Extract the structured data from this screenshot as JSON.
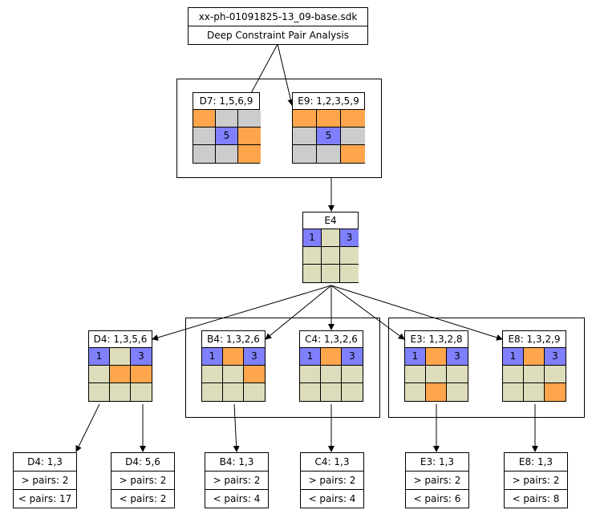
{
  "root": {
    "filename": "xx-ph-01091825-13_09-base.sdk",
    "subtitle": "Deep Constraint Pair Analysis"
  },
  "nodes": {
    "d7": {
      "label": "D7: 1,5,6,9",
      "cells": [
        [
          "orange",
          ""
        ],
        [
          "gray",
          ""
        ],
        [
          "gray",
          ""
        ],
        [
          "gray",
          ""
        ],
        [
          "blue",
          "5"
        ],
        [
          "orange",
          ""
        ],
        [
          "gray",
          ""
        ],
        [
          "gray",
          ""
        ],
        [
          "orange",
          ""
        ]
      ]
    },
    "e9": {
      "label": "E9: 1,2,3,5,9",
      "cells": [
        [
          "orange",
          ""
        ],
        [
          "orange",
          ""
        ],
        [
          "orange",
          ""
        ],
        [
          "gray",
          ""
        ],
        [
          "blue",
          "5"
        ],
        [
          "gray",
          ""
        ],
        [
          "gray",
          ""
        ],
        [
          "gray",
          ""
        ],
        [
          "orange",
          ""
        ]
      ]
    },
    "e4": {
      "label": "E4",
      "cells": [
        [
          "blue",
          "1"
        ],
        [
          "khaki",
          ""
        ],
        [
          "blue",
          "3"
        ],
        [
          "khaki",
          ""
        ],
        [
          "khaki",
          ""
        ],
        [
          "khaki",
          ""
        ],
        [
          "khaki",
          ""
        ],
        [
          "khaki",
          ""
        ],
        [
          "khaki",
          ""
        ]
      ]
    },
    "d4": {
      "label": "D4: 1,3,5,6",
      "cells": [
        [
          "blue",
          "1"
        ],
        [
          "khaki",
          ""
        ],
        [
          "blue",
          "3"
        ],
        [
          "khaki",
          ""
        ],
        [
          "orange",
          ""
        ],
        [
          "orange",
          ""
        ],
        [
          "khaki",
          ""
        ],
        [
          "khaki",
          ""
        ],
        [
          "khaki",
          ""
        ]
      ]
    },
    "b4": {
      "label": "B4: 1,3,2,6",
      "cells": [
        [
          "blue",
          "1"
        ],
        [
          "orange",
          ""
        ],
        [
          "blue",
          "3"
        ],
        [
          "khaki",
          ""
        ],
        [
          "khaki",
          ""
        ],
        [
          "orange",
          ""
        ],
        [
          "khaki",
          ""
        ],
        [
          "khaki",
          ""
        ],
        [
          "khaki",
          ""
        ]
      ]
    },
    "c4": {
      "label": "C4: 1,3,2,6",
      "cells": [
        [
          "blue",
          "1"
        ],
        [
          "orange",
          ""
        ],
        [
          "blue",
          "3"
        ],
        [
          "khaki",
          ""
        ],
        [
          "khaki",
          ""
        ],
        [
          "khaki",
          ""
        ],
        [
          "khaki",
          ""
        ],
        [
          "khaki",
          ""
        ],
        [
          "khaki",
          ""
        ]
      ]
    },
    "e3": {
      "label": "E3: 1,3,2,8",
      "cells": [
        [
          "blue",
          "1"
        ],
        [
          "orange",
          ""
        ],
        [
          "blue",
          "3"
        ],
        [
          "khaki",
          ""
        ],
        [
          "khaki",
          ""
        ],
        [
          "khaki",
          ""
        ],
        [
          "khaki",
          ""
        ],
        [
          "orange",
          ""
        ],
        [
          "khaki",
          ""
        ]
      ]
    },
    "e8": {
      "label": "E8: 1,3,2,9",
      "cells": [
        [
          "blue",
          "1"
        ],
        [
          "orange",
          ""
        ],
        [
          "blue",
          "3"
        ],
        [
          "khaki",
          ""
        ],
        [
          "khaki",
          ""
        ],
        [
          "khaki",
          ""
        ],
        [
          "khaki",
          ""
        ],
        [
          "khaki",
          ""
        ],
        [
          "orange",
          ""
        ]
      ]
    }
  },
  "leaves": {
    "d4a": {
      "title": "D4: 1,3",
      "gt": "> pairs: 2",
      "lt": "< pairs: 17"
    },
    "d4b": {
      "title": "D4: 5,6",
      "gt": "> pairs: 2",
      "lt": "< pairs: 2"
    },
    "b4": {
      "title": "B4: 1,3",
      "gt": "> pairs: 2",
      "lt": "< pairs: 4"
    },
    "c4": {
      "title": "C4: 1,3",
      "gt": "> pairs: 2",
      "lt": "< pairs: 4"
    },
    "e3": {
      "title": "E3: 1,3",
      "gt": "> pairs: 2",
      "lt": "< pairs: 6"
    },
    "e8": {
      "title": "E8: 1,3",
      "gt": "> pairs: 2",
      "lt": "< pairs: 8"
    }
  },
  "colors": {
    "orange": "#ffa64d",
    "gray": "#cccccc",
    "blue": "#8080ff",
    "khaki": "#ddddbb"
  }
}
